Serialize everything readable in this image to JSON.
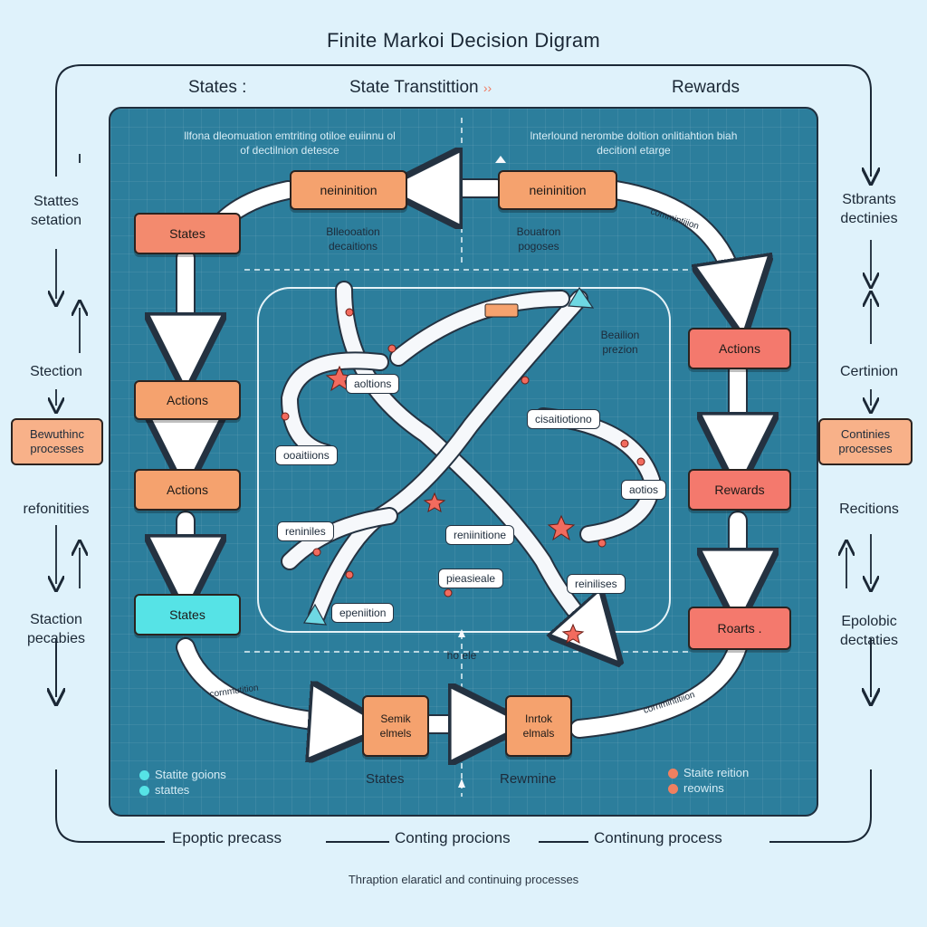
{
  "title": "Finite Markoi Decision Digram",
  "headers": {
    "left": "States :",
    "center": "State Transtittion",
    "right": "Rewards"
  },
  "left_side": {
    "label1": "Stattes\nsetation",
    "label2": "Stection",
    "box": "Bewuthinc\nprocesses",
    "label3": "refonitities",
    "label4": "Staction\npecabies"
  },
  "right_side": {
    "label1": "Stbrants\ndectinies",
    "label2": "Certinion",
    "box": "Continies\nprocesses",
    "label3": "Recitions",
    "label4": "Epolobic\ndectaties"
  },
  "panel_text": {
    "top_left": "llfona dleomuation emtriting otiloe euiinnu ol\nof dectilnion detesce",
    "top_right": "lnterlound nerombe doltion onlitiahtion biah\ndecitionl etarge",
    "mid_left": "Blleooation\ndecaitions",
    "mid_right": "Bouatron\npogoses",
    "right_small": "Beailion\nprezion",
    "center_bottom": "ho ele"
  },
  "boxes": {
    "top_left": "neininition",
    "top_right": "neininition",
    "states_1": "States",
    "actions_1": "Actions",
    "actions_2": "Actions",
    "states_2": "States",
    "actions_right": "Actions",
    "rewards_right": "Rewards",
    "roarts": "Roarts .",
    "bottom_left": "Semik\nelmels",
    "bottom_right": "Inrtok\nelmals"
  },
  "pills": {
    "p1": "aoltions",
    "p2": "ooaitiions",
    "p3": "cisaitiotiono",
    "p4": "aotios",
    "p5": "reniniles",
    "p6": "reniinitione",
    "p7": "pieasieale",
    "p8": "reinilises",
    "p9": "epeniition"
  },
  "path_labels": {
    "top_right_curve": "commintiiion",
    "bottom_left_curve": "cornmutition",
    "bottom_right_curve": "cornmintitiion"
  },
  "legend_left": {
    "item1": "Statite goions",
    "item2": "stattes"
  },
  "legend_right": {
    "item1": "Staite reition",
    "item2": "reowins"
  },
  "bottom_mid": {
    "left": "States",
    "right": "Rewmine"
  },
  "bottom_labels": {
    "left": "Epoptic precass",
    "center": "Conting procions",
    "right": "Continung process"
  },
  "caption": "Thraption elaraticl and continuing processes",
  "colors": {
    "background": "#dff2fb",
    "panel": "#2c7e9c",
    "box_red": "#f38a6e",
    "box_orange": "#f5a26e",
    "box_cyan": "#56e3e6",
    "star": "#f26b5e"
  }
}
